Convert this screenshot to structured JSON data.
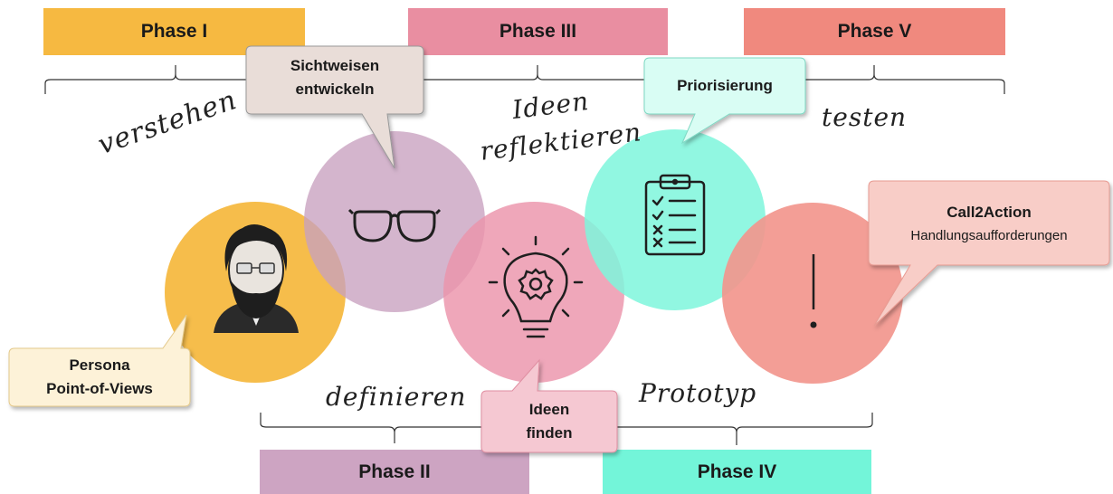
{
  "phases": [
    {
      "label": "Phase I",
      "color": "#f6b941"
    },
    {
      "label": "Phase II",
      "color": "#cda4c2"
    },
    {
      "label": "Phase III",
      "color": "#e98ea1"
    },
    {
      "label": "Phase IV",
      "color": "#73f5d9"
    },
    {
      "label": "Phase V",
      "color": "#f0897e"
    }
  ],
  "words": {
    "verstehen": "verstehen",
    "ideen": "Ideen",
    "reflektieren": "reflektieren",
    "testen": "testen",
    "definieren": "definieren",
    "prototyp": "Prototyp"
  },
  "callouts": {
    "sichtweisen_1": "Sichtweisen",
    "sichtweisen_2": "entwickeln",
    "priorisierung": "Priorisierung",
    "call2action_title": "Call2Action",
    "call2action_sub": "Handlungsaufforderungen",
    "persona_1": "Persona",
    "persona_2": "Point-of-Views",
    "ideen_1": "Ideen",
    "ideen_2": "finden"
  },
  "circle_colors": {
    "persona": "#f6b941",
    "glasses": "#cea5c4",
    "bulb": "#ee98ae",
    "clipboard": "#85f6df",
    "exclamation": "#f2968d"
  },
  "icons": [
    "persona-avatar-icon",
    "glasses-icon",
    "lightbulb-gear-icon",
    "clipboard-checklist-icon",
    "exclamation-icon"
  ]
}
